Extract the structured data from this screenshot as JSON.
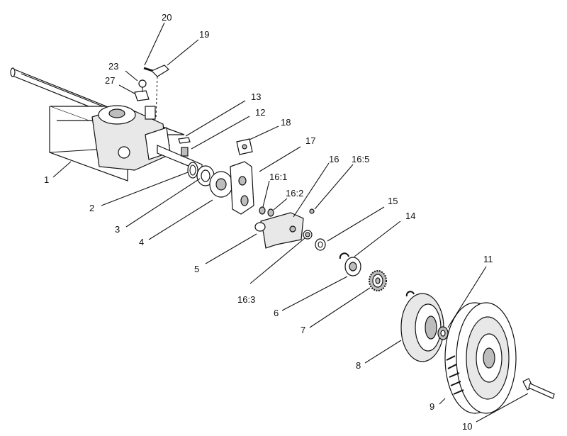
{
  "callouts": [
    {
      "id": "c1",
      "text": "1"
    },
    {
      "id": "c2",
      "text": "2"
    },
    {
      "id": "c3",
      "text": "3"
    },
    {
      "id": "c4",
      "text": "4"
    },
    {
      "id": "c5",
      "text": "5"
    },
    {
      "id": "c6",
      "text": "6"
    },
    {
      "id": "c7",
      "text": "7"
    },
    {
      "id": "c8",
      "text": "8"
    },
    {
      "id": "c9",
      "text": "9"
    },
    {
      "id": "c10",
      "text": "10"
    },
    {
      "id": "c11",
      "text": "11"
    },
    {
      "id": "c12",
      "text": "12"
    },
    {
      "id": "c13",
      "text": "13"
    },
    {
      "id": "c14",
      "text": "14"
    },
    {
      "id": "c15",
      "text": "15"
    },
    {
      "id": "c16",
      "text": "16"
    },
    {
      "id": "c16_1",
      "text": "16:1"
    },
    {
      "id": "c16_2",
      "text": "16:2"
    },
    {
      "id": "c16_3",
      "text": "16:3"
    },
    {
      "id": "c16_5",
      "text": "16:5"
    },
    {
      "id": "c17",
      "text": "17"
    },
    {
      "id": "c18",
      "text": "18"
    },
    {
      "id": "c19",
      "text": "19"
    },
    {
      "id": "c20",
      "text": "20"
    },
    {
      "id": "c23",
      "text": "23"
    },
    {
      "id": "c27",
      "text": "27"
    }
  ]
}
